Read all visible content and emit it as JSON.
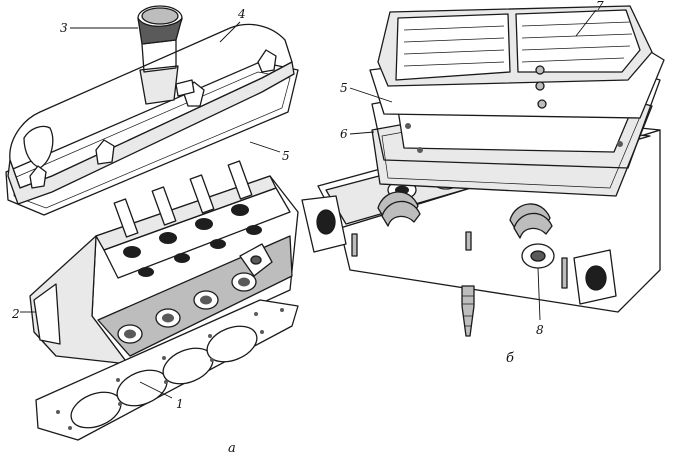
{
  "callouts": {
    "c1": "1",
    "c2": "2",
    "c3": "3",
    "c4": "4",
    "c5_left": "5",
    "c5_right": "5",
    "c6": "6",
    "c7": "7",
    "c8": "8"
  },
  "subfigures": {
    "a": "а",
    "b": "б"
  }
}
